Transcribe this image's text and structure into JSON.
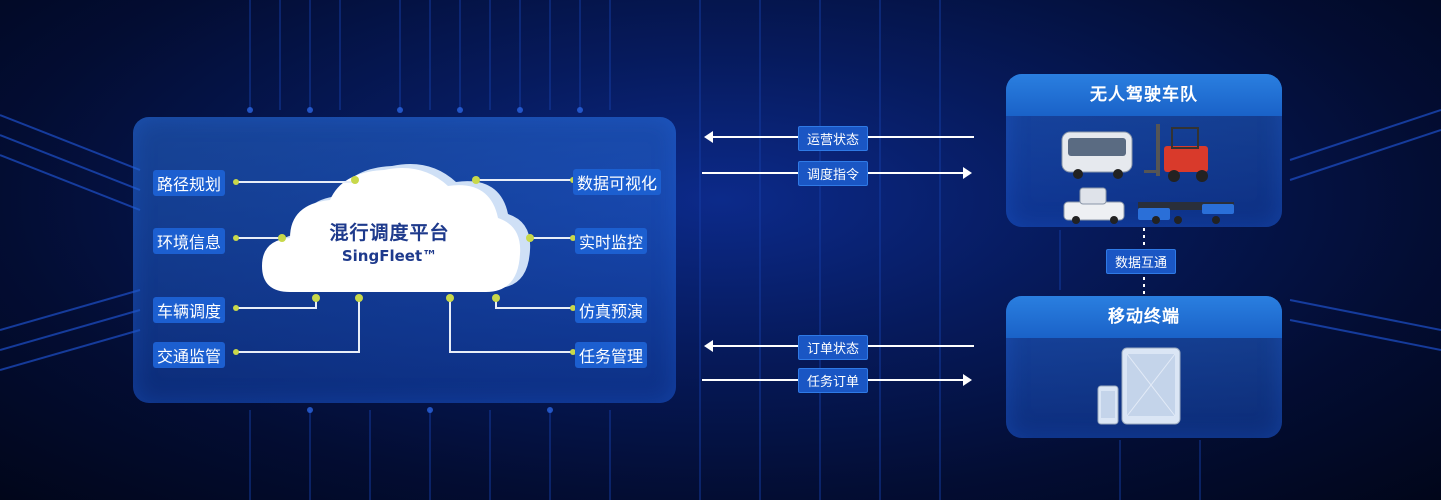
{
  "platform": {
    "title": "混行调度平台",
    "subtitle": "SingFleet™",
    "left_features": [
      "路径规划",
      "环境信息",
      "车辆调度",
      "交通监管"
    ],
    "right_features": [
      "数据可视化",
      "实时监控",
      "仿真预演",
      "任务管理"
    ]
  },
  "fleet": {
    "title": "无人驾驶车队"
  },
  "mobile": {
    "title": "移动终端"
  },
  "flows": {
    "operating_status": "运营状态",
    "dispatch_command": "调度指令",
    "data_link": "数据互通",
    "order_status": "订单状态",
    "task_order": "任务订单"
  },
  "colors": {
    "accent": "#1c5fd0",
    "cloud": "#ffffff",
    "cloud_text": "#1e3a8c",
    "connector_dot": "#c8d84a"
  }
}
